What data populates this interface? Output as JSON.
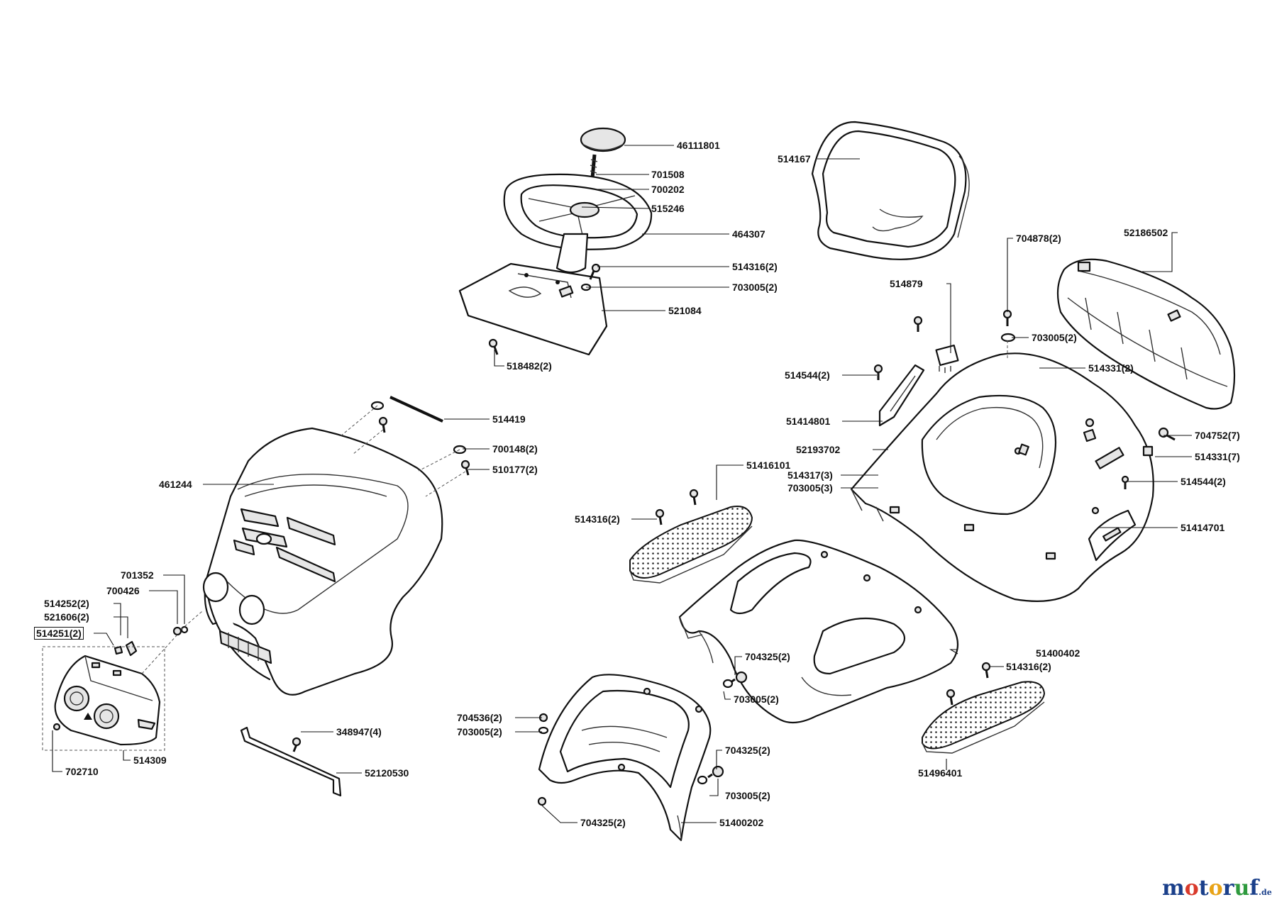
{
  "diagram": {
    "labels": [
      {
        "id": "l-46111801",
        "text": "46111801"
      },
      {
        "id": "l-701508",
        "text": "701508"
      },
      {
        "id": "l-700202",
        "text": "700202"
      },
      {
        "id": "l-515246",
        "text": "515246"
      },
      {
        "id": "l-464307",
        "text": "464307"
      },
      {
        "id": "l-514316-a",
        "text": "514316(2)"
      },
      {
        "id": "l-703005-a",
        "text": "703005(2)"
      },
      {
        "id": "l-521084",
        "text": "521084"
      },
      {
        "id": "l-518482",
        "text": "518482(2)"
      },
      {
        "id": "l-514167",
        "text": "514167"
      },
      {
        "id": "l-704878",
        "text": "704878(2)"
      },
      {
        "id": "l-52186502",
        "text": "52186502"
      },
      {
        "id": "l-514879",
        "text": "514879"
      },
      {
        "id": "l-703005-b",
        "text": "703005(2)"
      },
      {
        "id": "l-514544-a",
        "text": "514544(2)"
      },
      {
        "id": "l-514331-a",
        "text": "514331(2)"
      },
      {
        "id": "l-51414801",
        "text": "51414801"
      },
      {
        "id": "l-704752",
        "text": "704752(7)"
      },
      {
        "id": "l-52193702",
        "text": "52193702"
      },
      {
        "id": "l-514331-b",
        "text": "514331(7)"
      },
      {
        "id": "l-51416101",
        "text": "51416101"
      },
      {
        "id": "l-514317",
        "text": "514317(3)"
      },
      {
        "id": "l-703005-c",
        "text": "703005(3)"
      },
      {
        "id": "l-514544-b",
        "text": "514544(2)"
      },
      {
        "id": "l-514316-b",
        "text": "514316(2)"
      },
      {
        "id": "l-51414701",
        "text": "51414701"
      },
      {
        "id": "l-514419",
        "text": "514419"
      },
      {
        "id": "l-700148",
        "text": "700148(2)"
      },
      {
        "id": "l-510177",
        "text": "510177(2)"
      },
      {
        "id": "l-461244",
        "text": "461244"
      },
      {
        "id": "l-701352",
        "text": "701352"
      },
      {
        "id": "l-700426",
        "text": "700426"
      },
      {
        "id": "l-514252",
        "text": "514252(2)"
      },
      {
        "id": "l-521606",
        "text": "521606(2)"
      },
      {
        "id": "l-514251",
        "text": "514251(2)"
      },
      {
        "id": "l-51400402",
        "text": "51400402"
      },
      {
        "id": "l-704325-a",
        "text": "704325(2)"
      },
      {
        "id": "l-514316-c",
        "text": "514316(2)"
      },
      {
        "id": "l-703005-d",
        "text": "703005(2)"
      },
      {
        "id": "l-704536",
        "text": "704536(2)"
      },
      {
        "id": "l-703005-e",
        "text": "703005(2)"
      },
      {
        "id": "l-704325-b",
        "text": "704325(2)"
      },
      {
        "id": "l-348947",
        "text": "348947(4)"
      },
      {
        "id": "l-703005-f",
        "text": "703005(2)"
      },
      {
        "id": "l-702710",
        "text": "702710"
      },
      {
        "id": "l-514309",
        "text": "514309"
      },
      {
        "id": "l-52120530",
        "text": "52120530"
      },
      {
        "id": "l-51496401",
        "text": "51496401"
      },
      {
        "id": "l-704325-c",
        "text": "704325(2)"
      },
      {
        "id": "l-51400202",
        "text": "51400202"
      }
    ]
  },
  "brand": {
    "text": "motoruf",
    "suffix": ".de",
    "letter_colors": [
      "#1a3f8a",
      "#d93a2b",
      "#1a3f8a",
      "#e8a317",
      "#1a3f8a",
      "#2e9a3e",
      "#1a3f8a"
    ]
  }
}
